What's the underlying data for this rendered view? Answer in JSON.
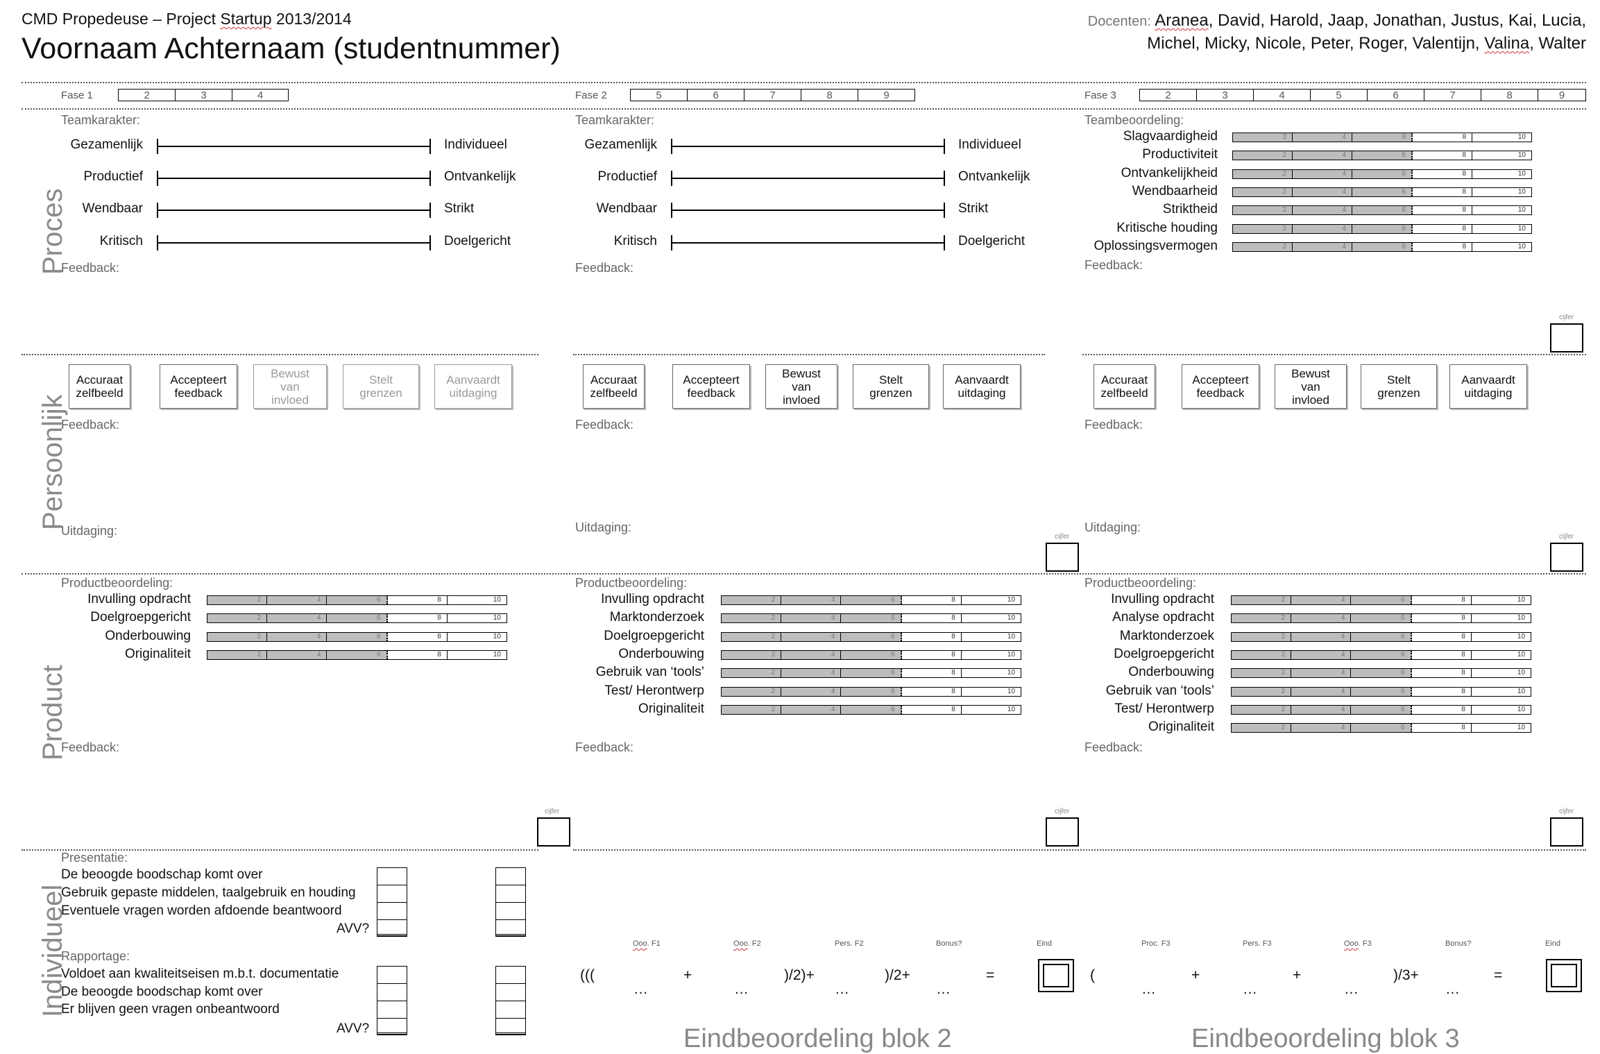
{
  "header": {
    "course_pre": "CMD Propedeuse – Project ",
    "course_wavy": "Startup",
    "course_post": " 2013/2014",
    "student": "Voornaam Achternaam (studentnummer)",
    "docenten_label": "Docenten:",
    "docenten_line1_wavy": "Aranea",
    "docenten_line1": ", David, Harold, Jaap, Jonathan, Justus, Kai, Lucia,",
    "docenten_line2_pre": "Michel, Micky, Nicole, Peter, Roger, Valentijn, ",
    "docenten_line2_wavy": "Valina",
    "docenten_line2_post": ", Walter"
  },
  "sections": {
    "proces": "Proces",
    "persoonlijk": "Persoonlijk",
    "product": "Product",
    "individueel": "Individueel"
  },
  "fases": [
    {
      "label": "Fase 1",
      "numbers": [
        "2",
        "3",
        "4"
      ]
    },
    {
      "label": "Fase 2",
      "numbers": [
        "5",
        "6",
        "7",
        "8",
        "9"
      ]
    },
    {
      "label": "Fase 3",
      "numbers": [
        "2",
        "3",
        "4",
        "5",
        "6",
        "7",
        "8",
        "9"
      ]
    }
  ],
  "labels": {
    "teamkarakter": "Teamkarakter:",
    "teambeoordeling": "Teambeoordeling:",
    "feedback": "Feedback:",
    "uitdaging": "Uitdaging:",
    "productbeoordeling": "Productbeoordeling:",
    "cijfer": "cijfer"
  },
  "scales": [
    {
      "left": "Gezamenlijk",
      "right": "Individueel"
    },
    {
      "left": "Productief",
      "right": "Ontvankelijk"
    },
    {
      "left": "Wendbaar",
      "right": "Strikt"
    },
    {
      "left": "Kritisch",
      "right": "Doelgericht"
    }
  ],
  "rating_ticks": [
    "2",
    "4",
    "6",
    "8",
    "10"
  ],
  "teambeoordeling_items": [
    "Slagvaardigheid",
    "Productiviteit",
    "Ontvankelijkheid",
    "Wendbaarheid",
    "Striktheid",
    "Kritische houding",
    "Oplossingsvermogen"
  ],
  "traits": [
    {
      "line1": "Accuraat",
      "line2": "zelfbeeld"
    },
    {
      "line1": "Accepteert",
      "line2": "feedback"
    },
    {
      "line1": "Bewust",
      "line2": "van",
      "line3": "invloed"
    },
    {
      "line1": "Stelt",
      "line2": "grenzen"
    },
    {
      "line1": "Aanvaardt",
      "line2": "uitdaging"
    }
  ],
  "product": {
    "col1": [
      "Invulling opdracht",
      "Doelgroepgericht",
      "Onderbouwing",
      "Originaliteit"
    ],
    "col2": [
      "Invulling opdracht",
      "Marktonderzoek",
      "Doelgroepgericht",
      "Onderbouwing",
      "Gebruik van ‘tools’",
      "Test/ Herontwerp",
      "Originaliteit"
    ],
    "col3": [
      "Invulling opdracht",
      "Analyse opdracht",
      "Marktonderzoek",
      "Doelgroepgericht",
      "Onderbouwing",
      "Gebruik van ‘tools’",
      "Test/ Herontwerp",
      "Originaliteit"
    ]
  },
  "individueel": {
    "presentatie_label": "Presentatie:",
    "presentatie": [
      "De beoogde boodschap komt over",
      "Gebruik gepaste middelen, taalgebruik en houding",
      "Eventuele vragen worden afdoende beantwoord"
    ],
    "rapportage_label": "Rapportage:",
    "rapportage": [
      "Voldoet aan kwaliteitseisen m.b.t. documentatie",
      "De beoogde boodschap komt over",
      "Er blijven geen vragen onbeantwoord"
    ],
    "avv": "AVV?"
  },
  "formula2": {
    "heads": {
      "f1_wavy": "Ooo",
      "f1": ". F1",
      "f2_wavy": "Ooo",
      "f2": ". F2",
      "pers": "Pers. F2",
      "bonus": "Bonus?",
      "eind": "Eind"
    },
    "open": "(((",
    "plus": "+",
    "close1": ")/2)+",
    "close2": ")/2+",
    "eq": "=",
    "dots": "…",
    "title": "Eindbeoordeling blok 2"
  },
  "formula3": {
    "heads": {
      "proc": "Proc. F3",
      "pers": "Pers. F3",
      "f3_wavy": "Ooo",
      "f3": ". F3",
      "bonus": "Bonus?",
      "eind": "Eind"
    },
    "open": "(",
    "plus": "+",
    "close": ")/3+",
    "eq": "=",
    "dots": "…",
    "title": "Eindbeoordeling blok 3"
  }
}
